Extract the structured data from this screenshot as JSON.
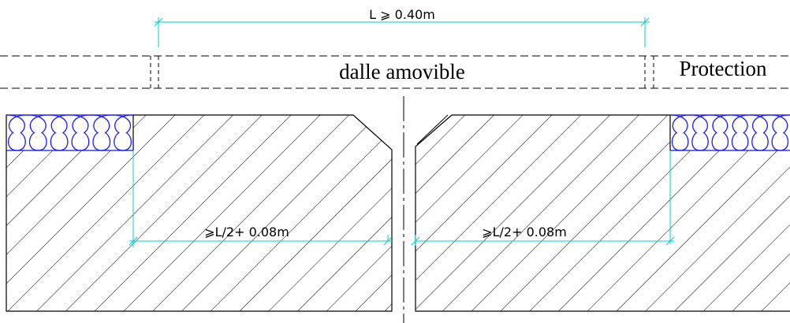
{
  "labels": {
    "top_dimension": "L ⩾ 0.40m",
    "slab": "dalle amovible",
    "protection": "Protection",
    "left_dimension": "⩾L/2+  0.08m",
    "right_dimension": "⩾L/2+  0.08m"
  },
  "colors": {
    "line": "#000000",
    "dimension": "#00cccc",
    "insulation": "#1a1aff",
    "background": "#ffffff"
  }
}
